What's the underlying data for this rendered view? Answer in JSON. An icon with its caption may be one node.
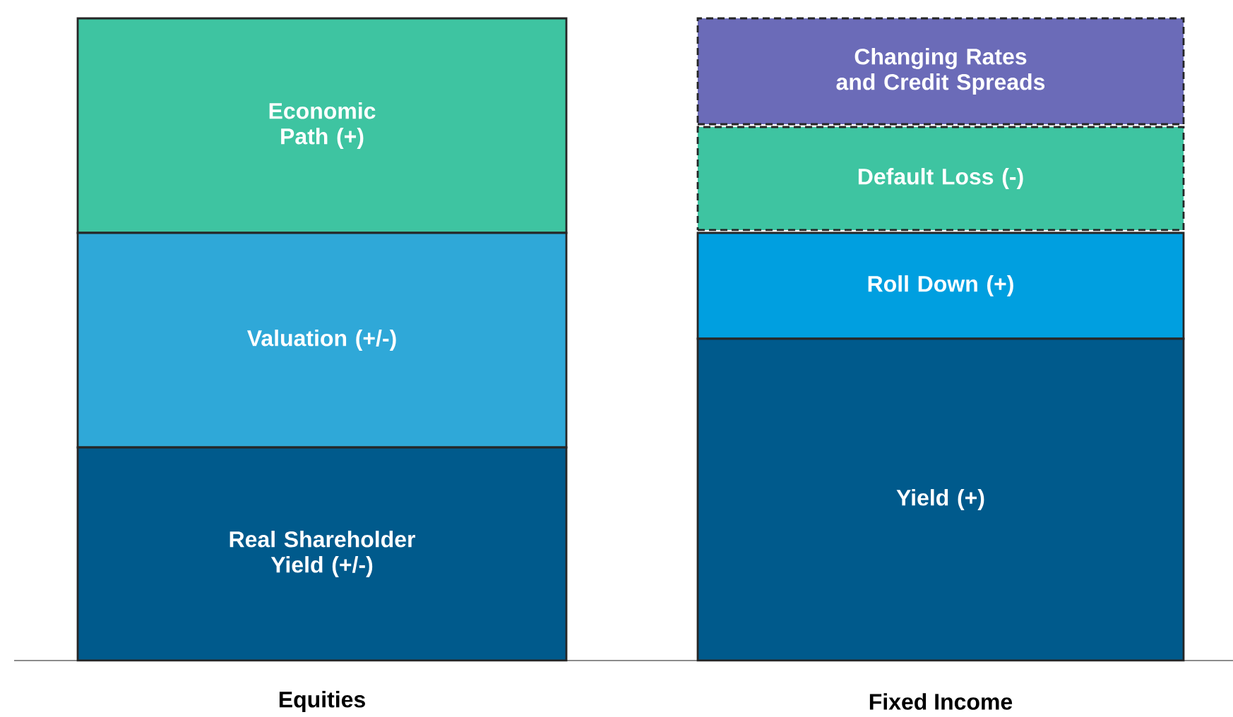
{
  "diagram": {
    "nodes": [
      {
        "text": [
          "Economic Path (+)"
        ]
      },
      {
        "text": [
          "Valuation (+/-)"
        ]
      },
      {
        "text": [
          "Real Shareholder Yield (+/-)"
        ]
      },
      {
        "text": [
          "Changing Rates and Credit Spreads"
        ]
      },
      {
        "text": [
          "Default Loss (-)"
        ]
      },
      {
        "text": [
          "Roll Down (+)"
        ]
      },
      {
        "text": [
          "Yield (+)"
        ]
      }
    ],
    "labels": [
      "Equities",
      "Fixed Income"
    ]
  }
}
